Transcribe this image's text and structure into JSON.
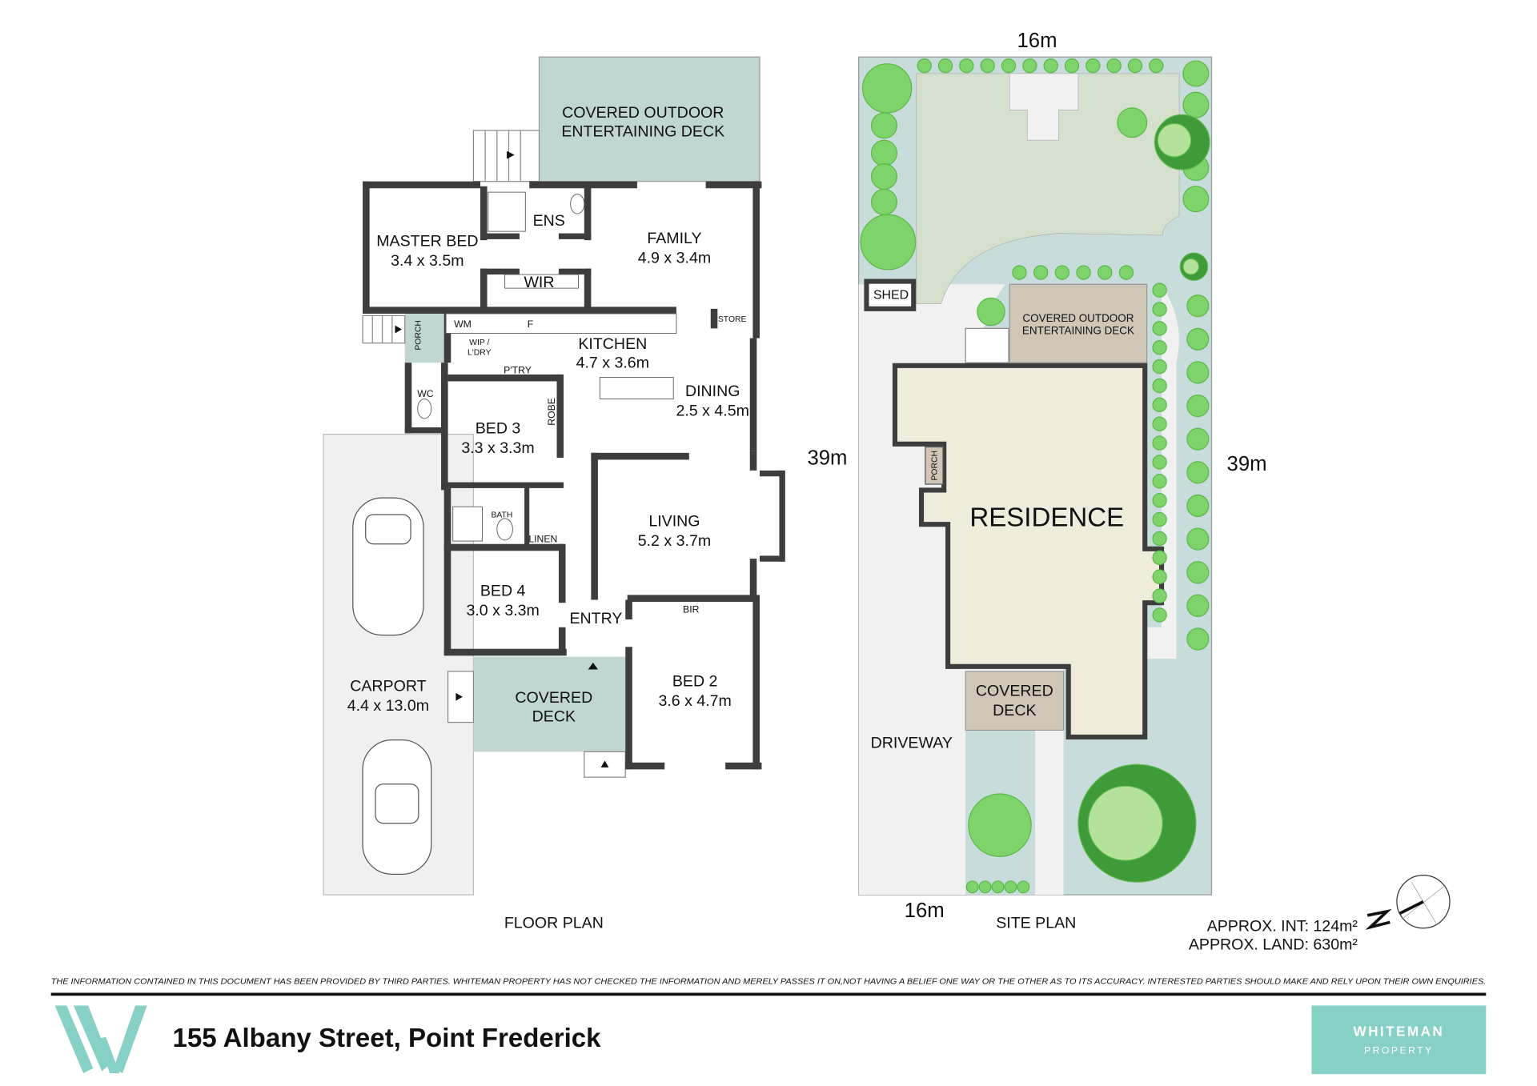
{
  "floor_plan": {
    "title": "FLOOR PLAN",
    "rooms": {
      "covered_outdoor_deck": [
        "COVERED OUTDOOR",
        "ENTERTAINING DECK"
      ],
      "master_bed": {
        "name": "MASTER BED",
        "size": "3.4 x 3.5m"
      },
      "ens": "ENS",
      "wir": "WIR",
      "family": {
        "name": "FAMILY",
        "size": "4.9 x 3.4m"
      },
      "porch": "PORCH",
      "wm": "WM",
      "f": "F",
      "store": "STORE",
      "wip": [
        "WIP /",
        "L'DRY"
      ],
      "ptry": "P'TRY",
      "kitchen": {
        "name": "KITCHEN",
        "size": "4.7 x 3.6m"
      },
      "dining": {
        "name": "DINING",
        "size": "2.5 x 4.5m"
      },
      "wc": "WC",
      "robe": "ROBE",
      "bed3": {
        "name": "BED 3",
        "size": "3.3 x 3.3m"
      },
      "bath": "BATH",
      "linen": "LINEN",
      "living": {
        "name": "LIVING",
        "size": "5.2 x 3.7m"
      },
      "bed4": {
        "name": "BED 4",
        "size": "3.0 x 3.3m"
      },
      "entry": "ENTRY",
      "bir": "BIR",
      "bed2": {
        "name": "BED 2",
        "size": "3.6 x 4.7m"
      },
      "covered_deck": [
        "COVERED",
        "DECK"
      ],
      "carport": {
        "name": "CARPORT",
        "size": "4.4 x 13.0m"
      }
    }
  },
  "site_plan": {
    "title": "SITE PLAN",
    "dims": {
      "top": "16m",
      "bottom": "16m",
      "left": "39m",
      "right": "39m"
    },
    "shed": "SHED",
    "covered_outdoor_deck": [
      "COVERED OUTDOOR",
      "ENTERTAINING DECK"
    ],
    "residence": "RESIDENCE",
    "porch": "PORCH",
    "covered_deck": [
      "COVERED",
      "DECK"
    ],
    "driveway": "DRIVEWAY"
  },
  "areas": {
    "int": "APPROX. INT: 124m²",
    "land": "APPROX. LAND: 630m²"
  },
  "disclaimer": "THE INFORMATION CONTAINED IN THIS DOCUMENT HAS BEEN PROVIDED BY THIRD PARTIES. WHITEMAN PROPERTY HAS NOT CHECKED THE INFORMATION AND MERELY PASSES IT ON,NOT HAVING A BELIEF ONE WAY OR THE OTHER AS TO ITS ACCURACY. INTERESTED PARTIES SHOULD MAKE AND RELY UPON THEIR OWN ENQUIRIES.",
  "footer": {
    "address": "155 Albany Street, Point Frederick",
    "logo_letter": "W",
    "brand": "WHITEMAN",
    "brand_sub": "PROPERTY"
  },
  "colors": {
    "brand": "#86d0c6",
    "deck": "#bfd6d3",
    "wall": "#3d3d3d",
    "lawn": "#d5e0cc",
    "garden": "#c8dcdc",
    "residence": "#efecdb"
  }
}
